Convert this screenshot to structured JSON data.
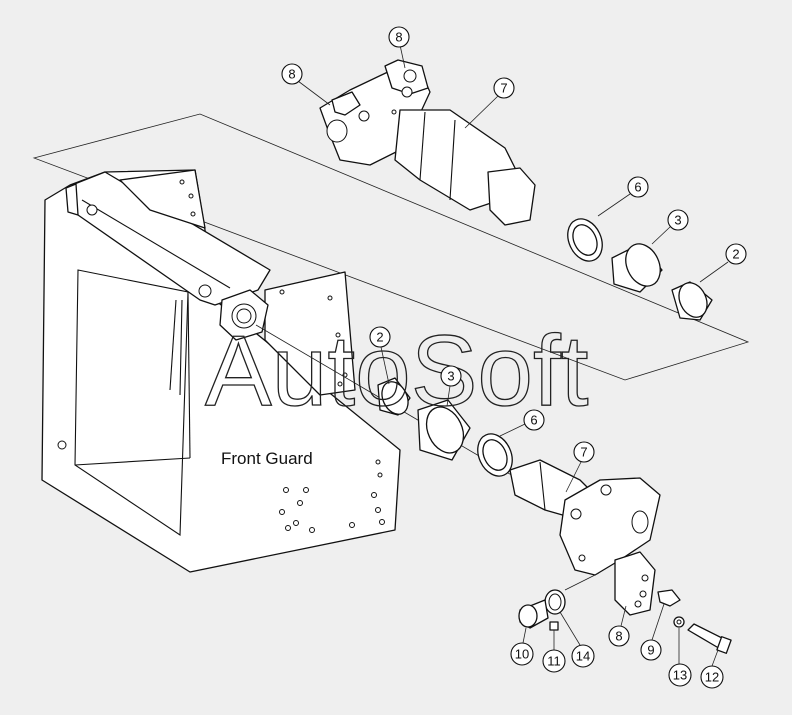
{
  "frame_label": "Front Guard",
  "watermark": "AutoSoft",
  "callouts": [
    {
      "id": "c8a",
      "label": "8"
    },
    {
      "id": "c8b",
      "label": "8"
    },
    {
      "id": "c7a",
      "label": "7"
    },
    {
      "id": "c6a",
      "label": "6"
    },
    {
      "id": "c3a",
      "label": "3"
    },
    {
      "id": "c2a",
      "label": "2"
    },
    {
      "id": "c2b",
      "label": "2"
    },
    {
      "id": "c3b",
      "label": "3"
    },
    {
      "id": "c6b",
      "label": "6"
    },
    {
      "id": "c7b",
      "label": "7"
    },
    {
      "id": "c8c",
      "label": "8"
    },
    {
      "id": "c9",
      "label": "9"
    },
    {
      "id": "c10",
      "label": "10"
    },
    {
      "id": "c11",
      "label": "11"
    },
    {
      "id": "c12",
      "label": "12"
    },
    {
      "id": "c13",
      "label": "13"
    },
    {
      "id": "c14",
      "label": "14"
    }
  ]
}
